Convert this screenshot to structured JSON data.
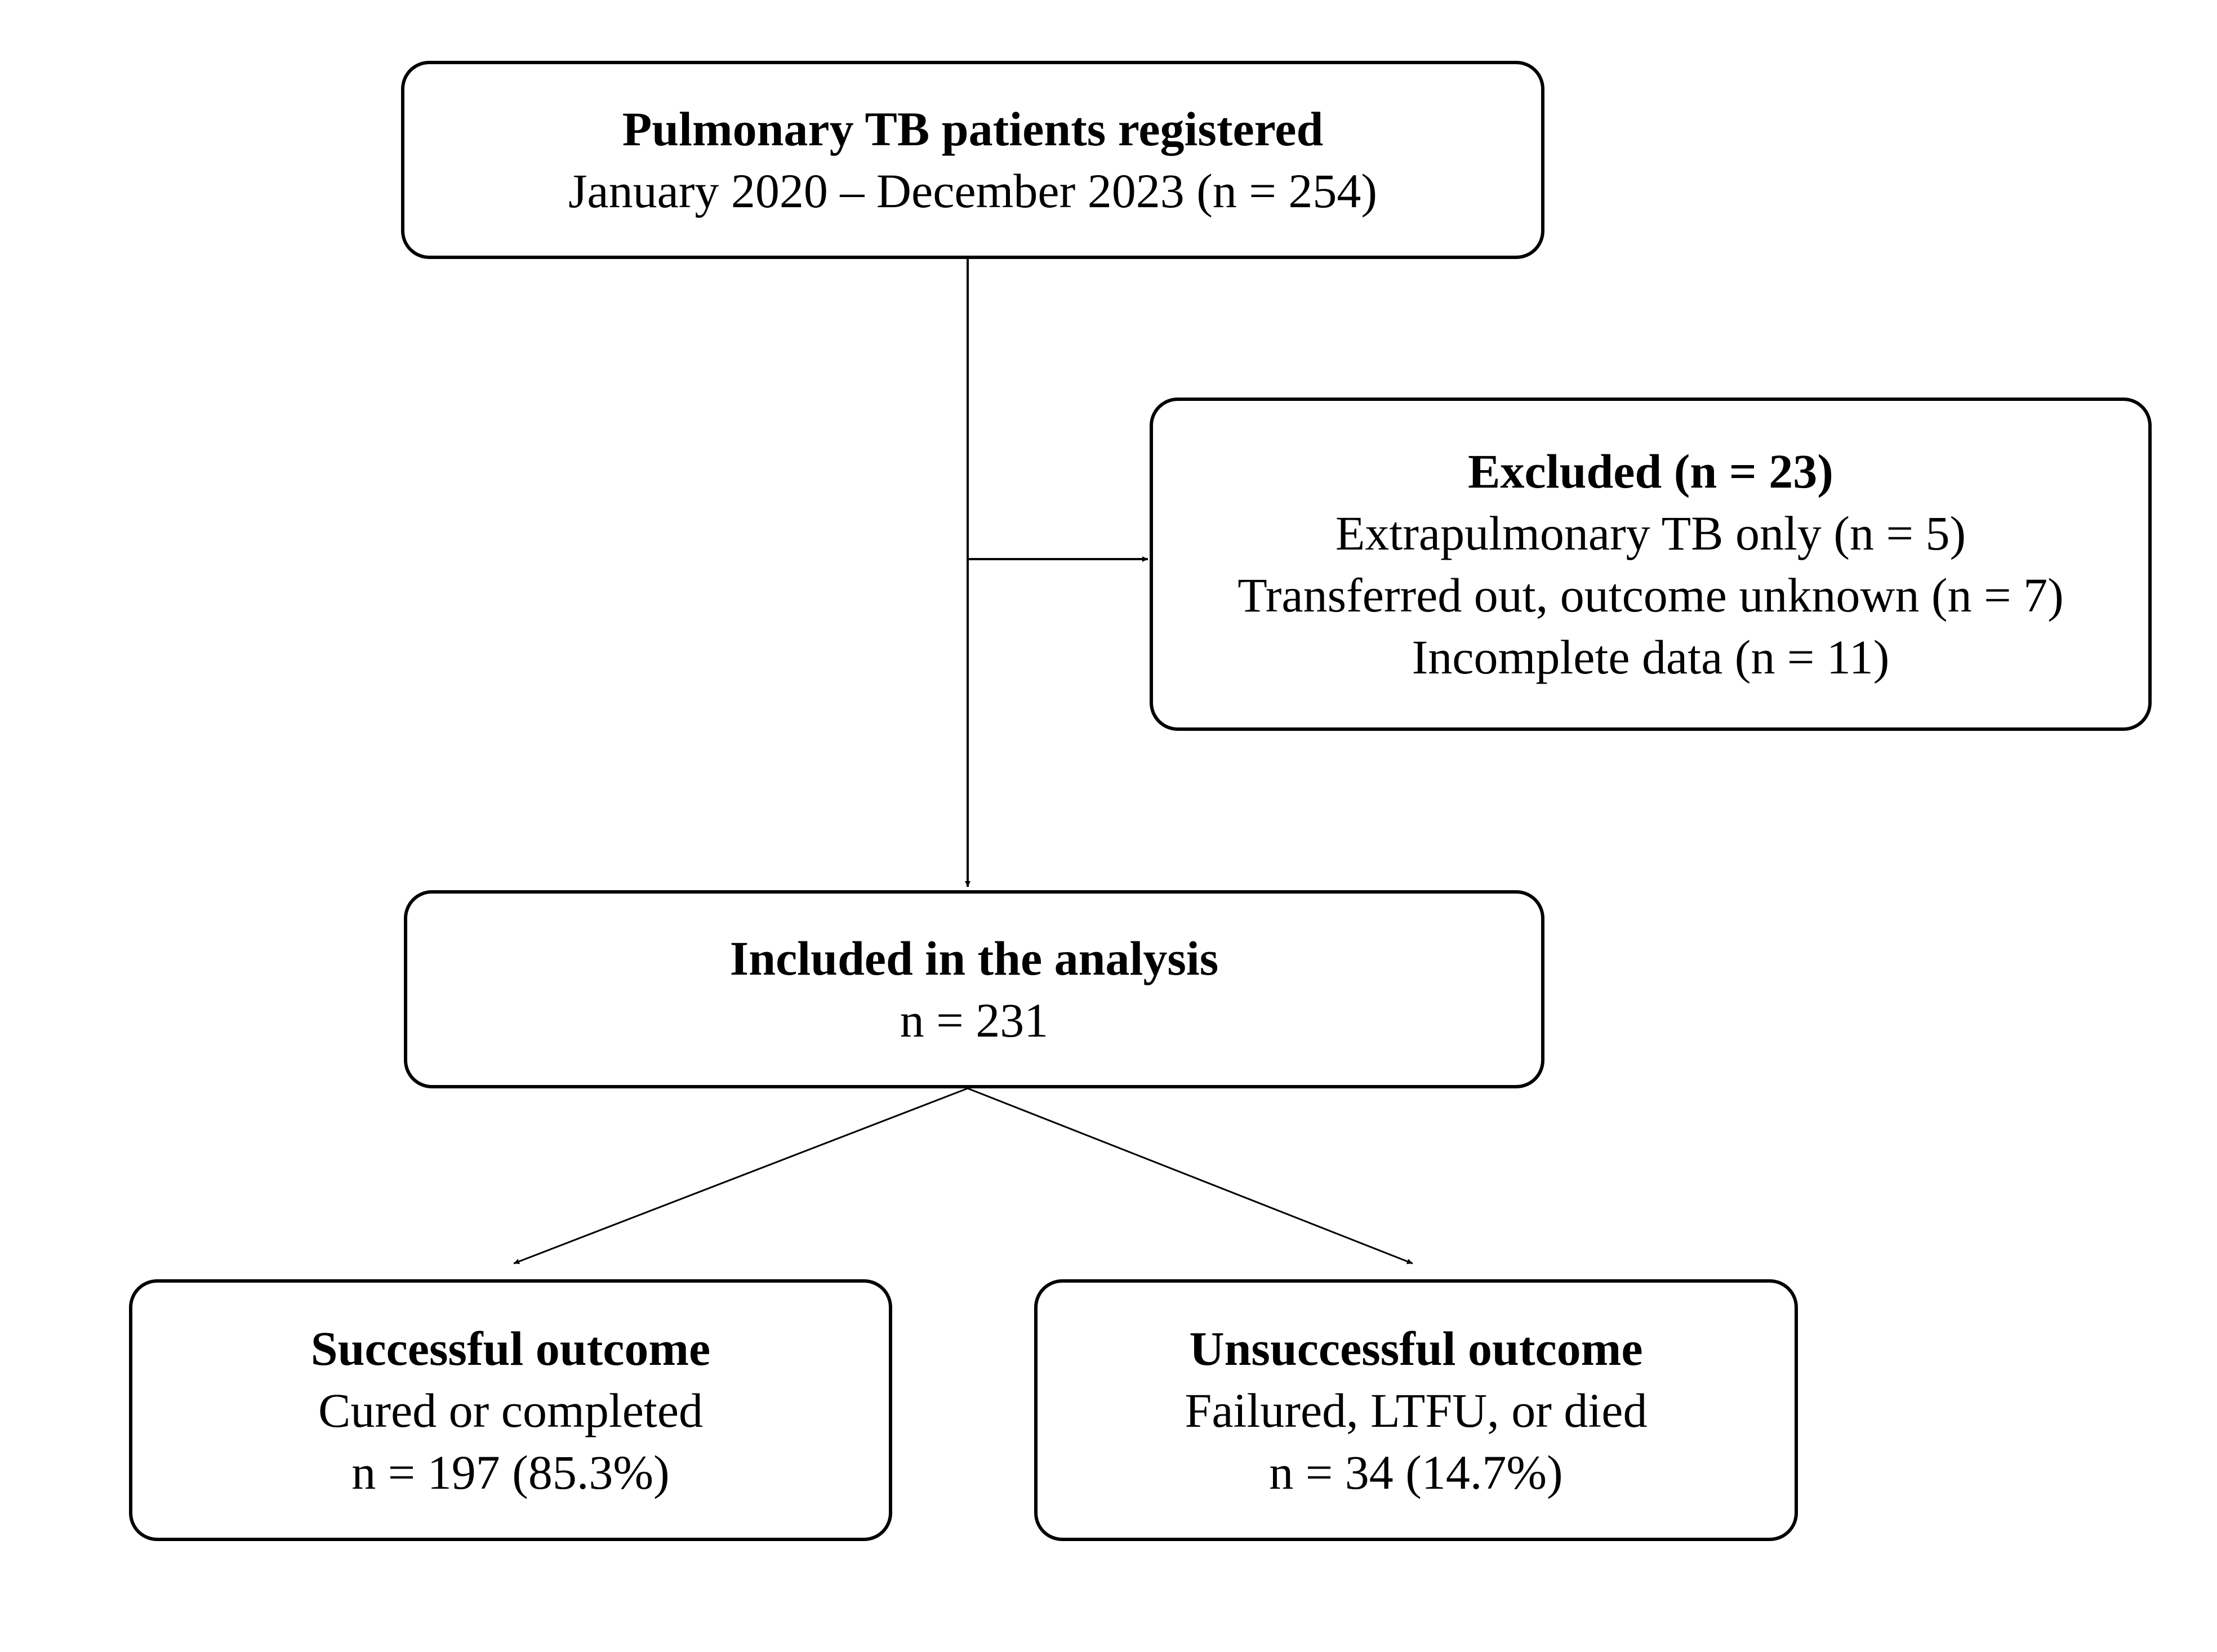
{
  "boxes": {
    "registered": {
      "title": "Pulmonary TB patients registered",
      "lines": [
        "January 2020 – December 2023 (n = 254)"
      ]
    },
    "excluded": {
      "title": "Excluded (n = 23)",
      "lines": [
        "Extrapulmonary TB only (n = 5)",
        "Transferred out, outcome unknown (n = 7)",
        "Incomplete data (n = 11)"
      ]
    },
    "included": {
      "title": "Included in the analysis",
      "lines": [
        "n = 231"
      ]
    },
    "success": {
      "title": "Successful outcome",
      "lines": [
        "Cured or completed",
        "n = 197 (85.3%)"
      ]
    },
    "unsuccess": {
      "title": "Unsuccessful outcome",
      "lines": [
        "Failured, LTFU, or died",
        "n = 34 (14.7%)"
      ]
    }
  },
  "colors": {
    "stroke": "#000000",
    "background": "#ffffff"
  }
}
